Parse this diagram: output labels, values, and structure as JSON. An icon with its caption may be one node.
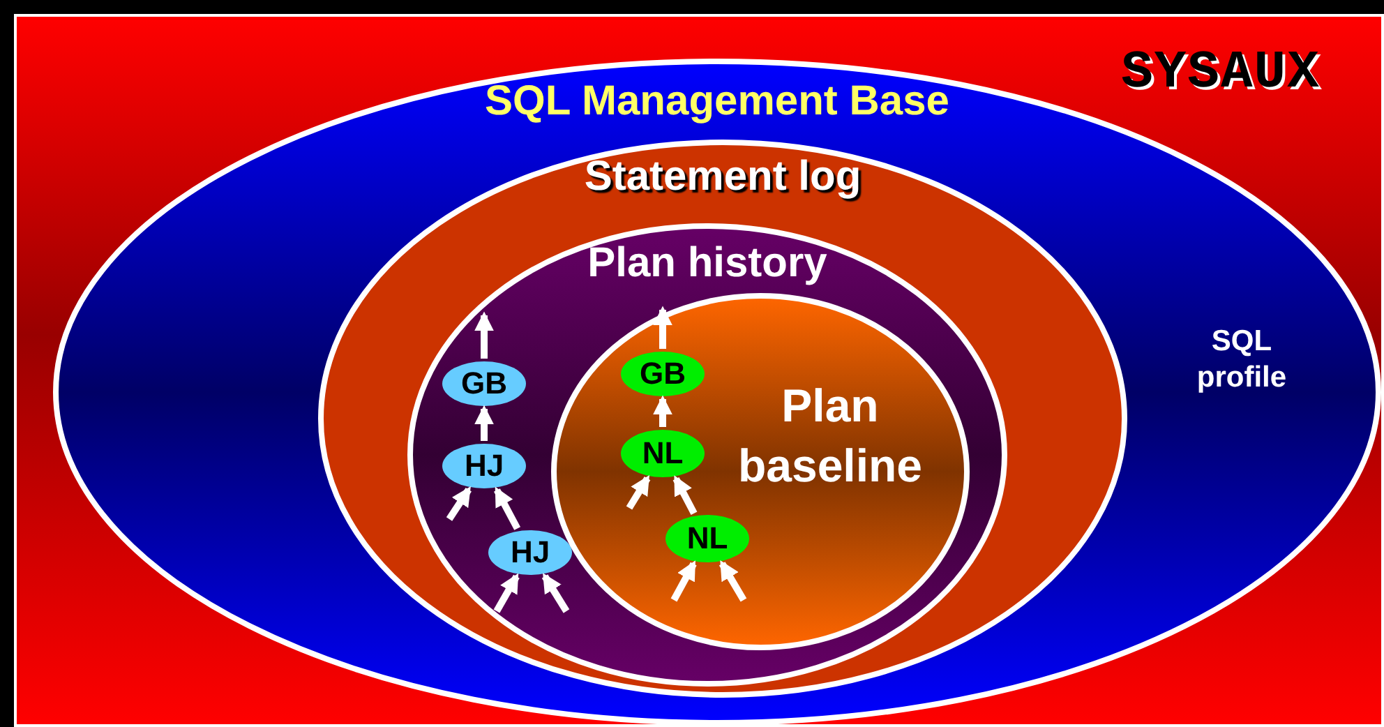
{
  "diagram": {
    "nodes": [
      {
        "text": [
          "SYSAUX"
        ]
      },
      {
        "text": [
          "SQL Management Base"
        ],
        "in": 0
      },
      {
        "text": [
          "Statement log"
        ],
        "in": 1
      },
      {
        "text": [
          "Plan history"
        ],
        "in": 2
      },
      {
        "text": [
          "GB"
        ],
        "in": 3
      },
      {
        "text": [
          "HJ"
        ],
        "in": 3
      },
      {
        "text": [
          "HJ"
        ],
        "in": 3
      },
      {
        "text": [
          "Plan baseline"
        ],
        "in": 3
      },
      {
        "text": [
          "GB"
        ],
        "in": 7
      },
      {
        "text": [
          "NL"
        ],
        "in": 7
      },
      {
        "text": [
          "NL"
        ],
        "in": 7
      }
    ],
    "edges": [
      {
        "from": 4,
        "to": null,
        "arrow": "to"
      },
      {
        "from": 5,
        "to": 4,
        "arrow": "to"
      },
      {
        "from": null,
        "to": 5,
        "arrow": "to"
      },
      {
        "from": 6,
        "to": 5,
        "arrow": "to"
      },
      {
        "from": null,
        "to": 6,
        "arrow": "to"
      },
      {
        "from": null,
        "to": 6,
        "arrow": "to"
      },
      {
        "from": 8,
        "to": null,
        "arrow": "to"
      },
      {
        "from": 9,
        "to": 8,
        "arrow": "to"
      },
      {
        "from": null,
        "to": 9,
        "arrow": "to"
      },
      {
        "from": 10,
        "to": 9,
        "arrow": "to"
      },
      {
        "from": null,
        "to": 10,
        "arrow": "to"
      },
      {
        "from": null,
        "to": 10,
        "arrow": "to"
      }
    ],
    "labels": [
      "SQL profile"
    ]
  }
}
